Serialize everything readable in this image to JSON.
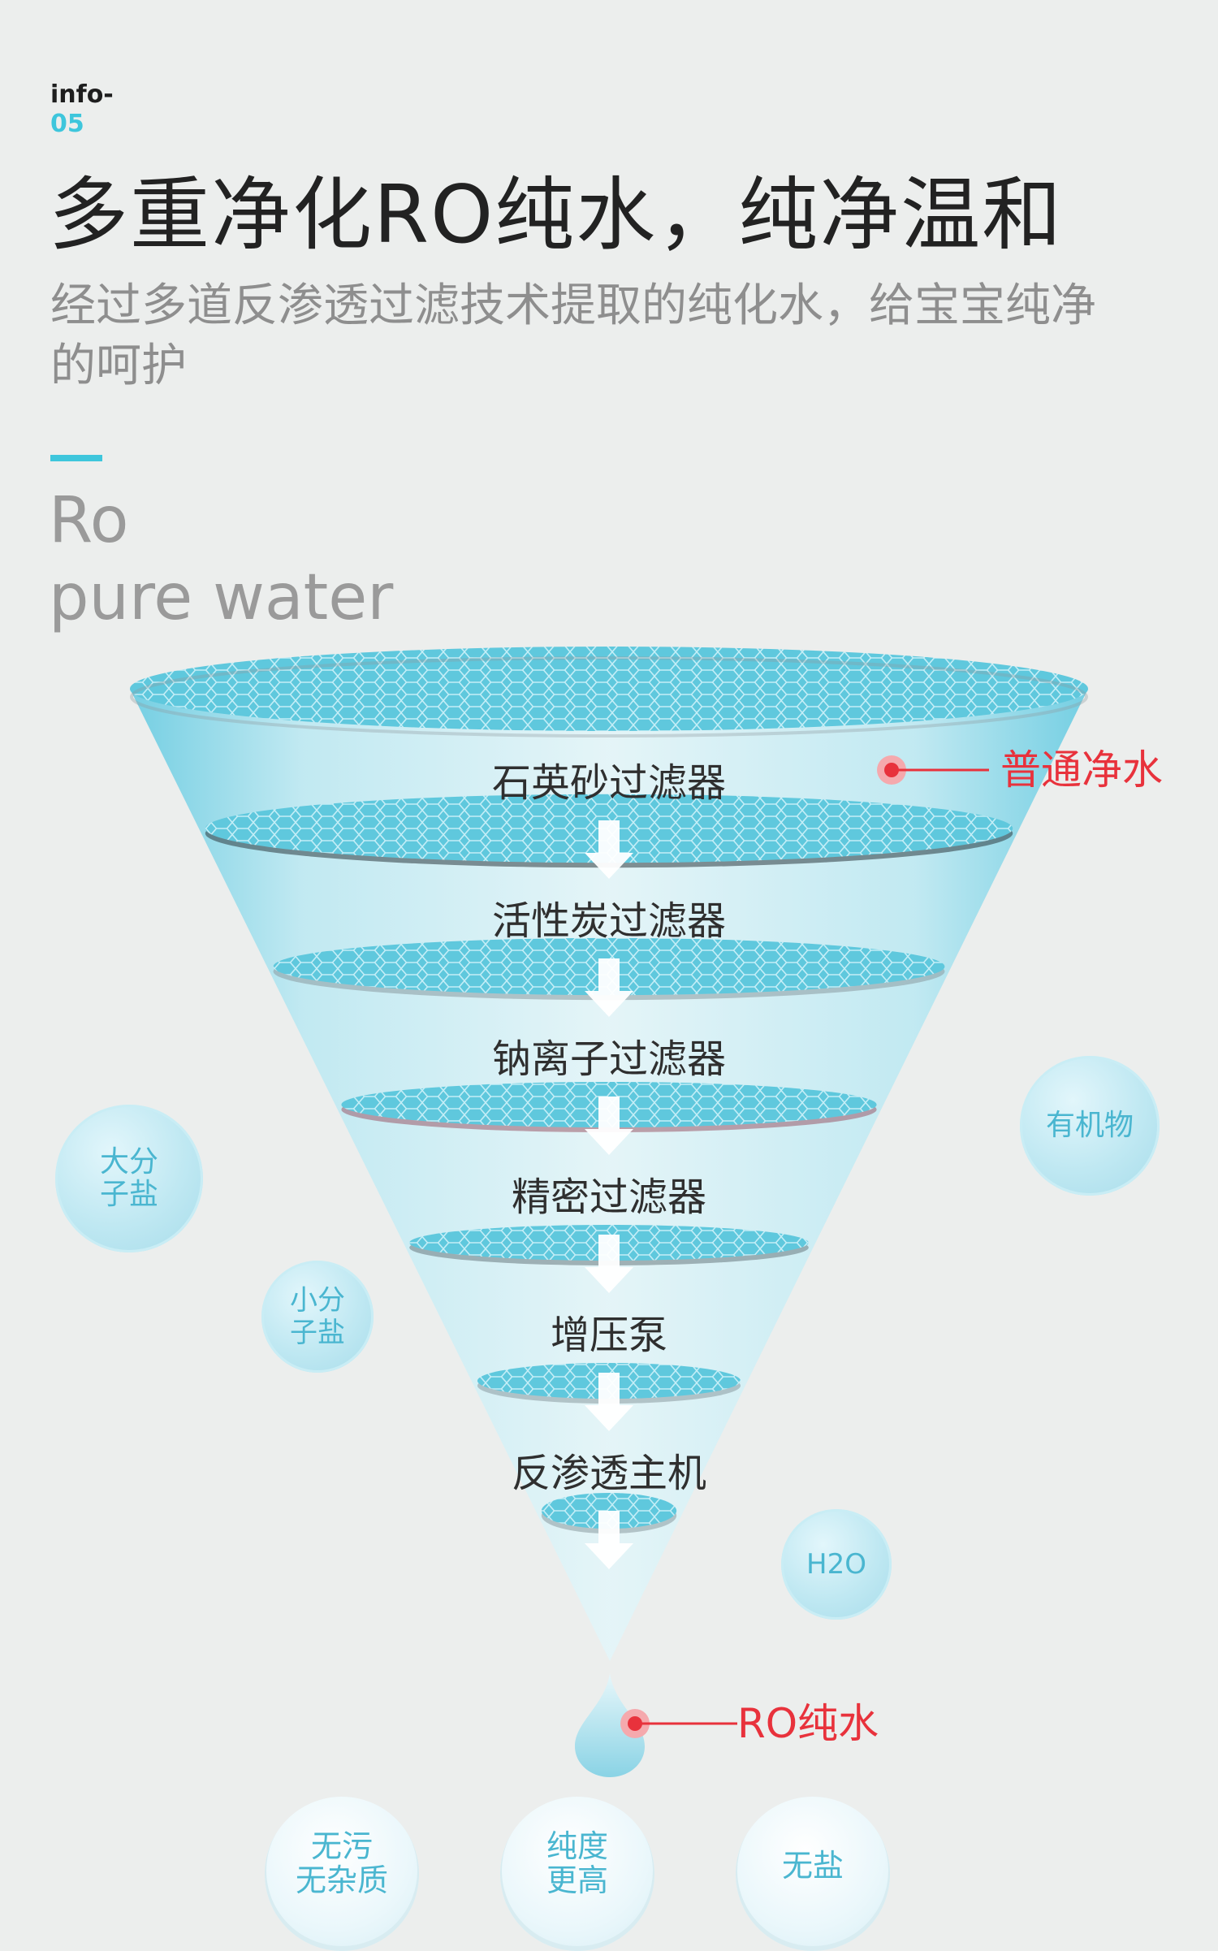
{
  "header": {
    "info_label": "info-",
    "info_number": "05",
    "headline": "多重净化RO纯水，纯净温和",
    "subtitle": "经过多道反渗透过滤技术提取的纯化水，给宝宝纯净的呵护",
    "english_line_1": "Ro",
    "english_line_2": "pure water"
  },
  "funnel": {
    "stages": [
      "石英砂过滤器",
      "活性炭过滤器",
      "钠离子过滤器",
      "精密过滤器",
      "增压泵",
      "反渗透主机"
    ],
    "callout_top": "普通净水",
    "callout_bottom": "RO纯水"
  },
  "bubbles": {
    "large_salt_1": "大分",
    "large_salt_2": "子盐",
    "organic": "有机物",
    "small_salt_1": "小分",
    "small_salt_2": "子盐",
    "h2o": "H2O"
  },
  "badges": {
    "b1_line1": "无污",
    "b1_line2": "无杂质",
    "b2_line1": "纯度",
    "b2_line2": "更高",
    "b3_line1": "无盐"
  },
  "colors": {
    "accent": "#3ec6dc",
    "callout": "#e8323c",
    "funnel": "#7fd2e4"
  }
}
